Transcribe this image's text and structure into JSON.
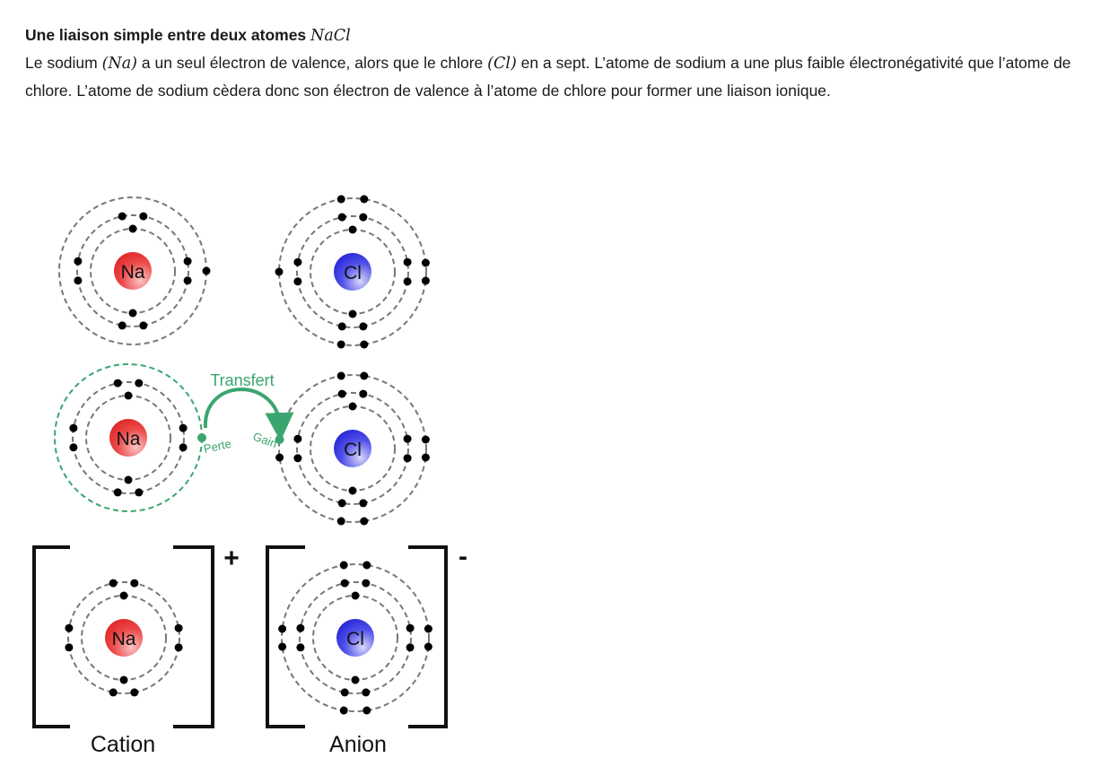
{
  "heading": {
    "text": "Une liaison simple entre deux atomes ",
    "formula": "NaCl"
  },
  "paragraph": {
    "p1": "Le sodium ",
    "na_formula": "(Na)",
    "p2": " a un seul électron de valence, alors que le chlore ",
    "cl_formula": "(Cl)",
    "p3": " en a sept. L’atome de sodium a une plus faible électronégativité que l’atome de chlore. L’atome de sodium cèdera donc son électron de valence à l’atome de chlore pour former une liaison ionique."
  },
  "diagram": {
    "sodium_symbol": "Na",
    "chlorine_symbol": "Cl",
    "transfer_label": "Transfert",
    "loss_label": "Perte",
    "gain_label": "Gain",
    "cation_charge": "+",
    "anion_charge": "-",
    "cation_label": "Cation",
    "anion_label": "Anion",
    "colors": {
      "sodium": "#e83535",
      "chlorine": "#3535e0",
      "transfer": "#3aa56e",
      "shell": "#777777"
    }
  }
}
